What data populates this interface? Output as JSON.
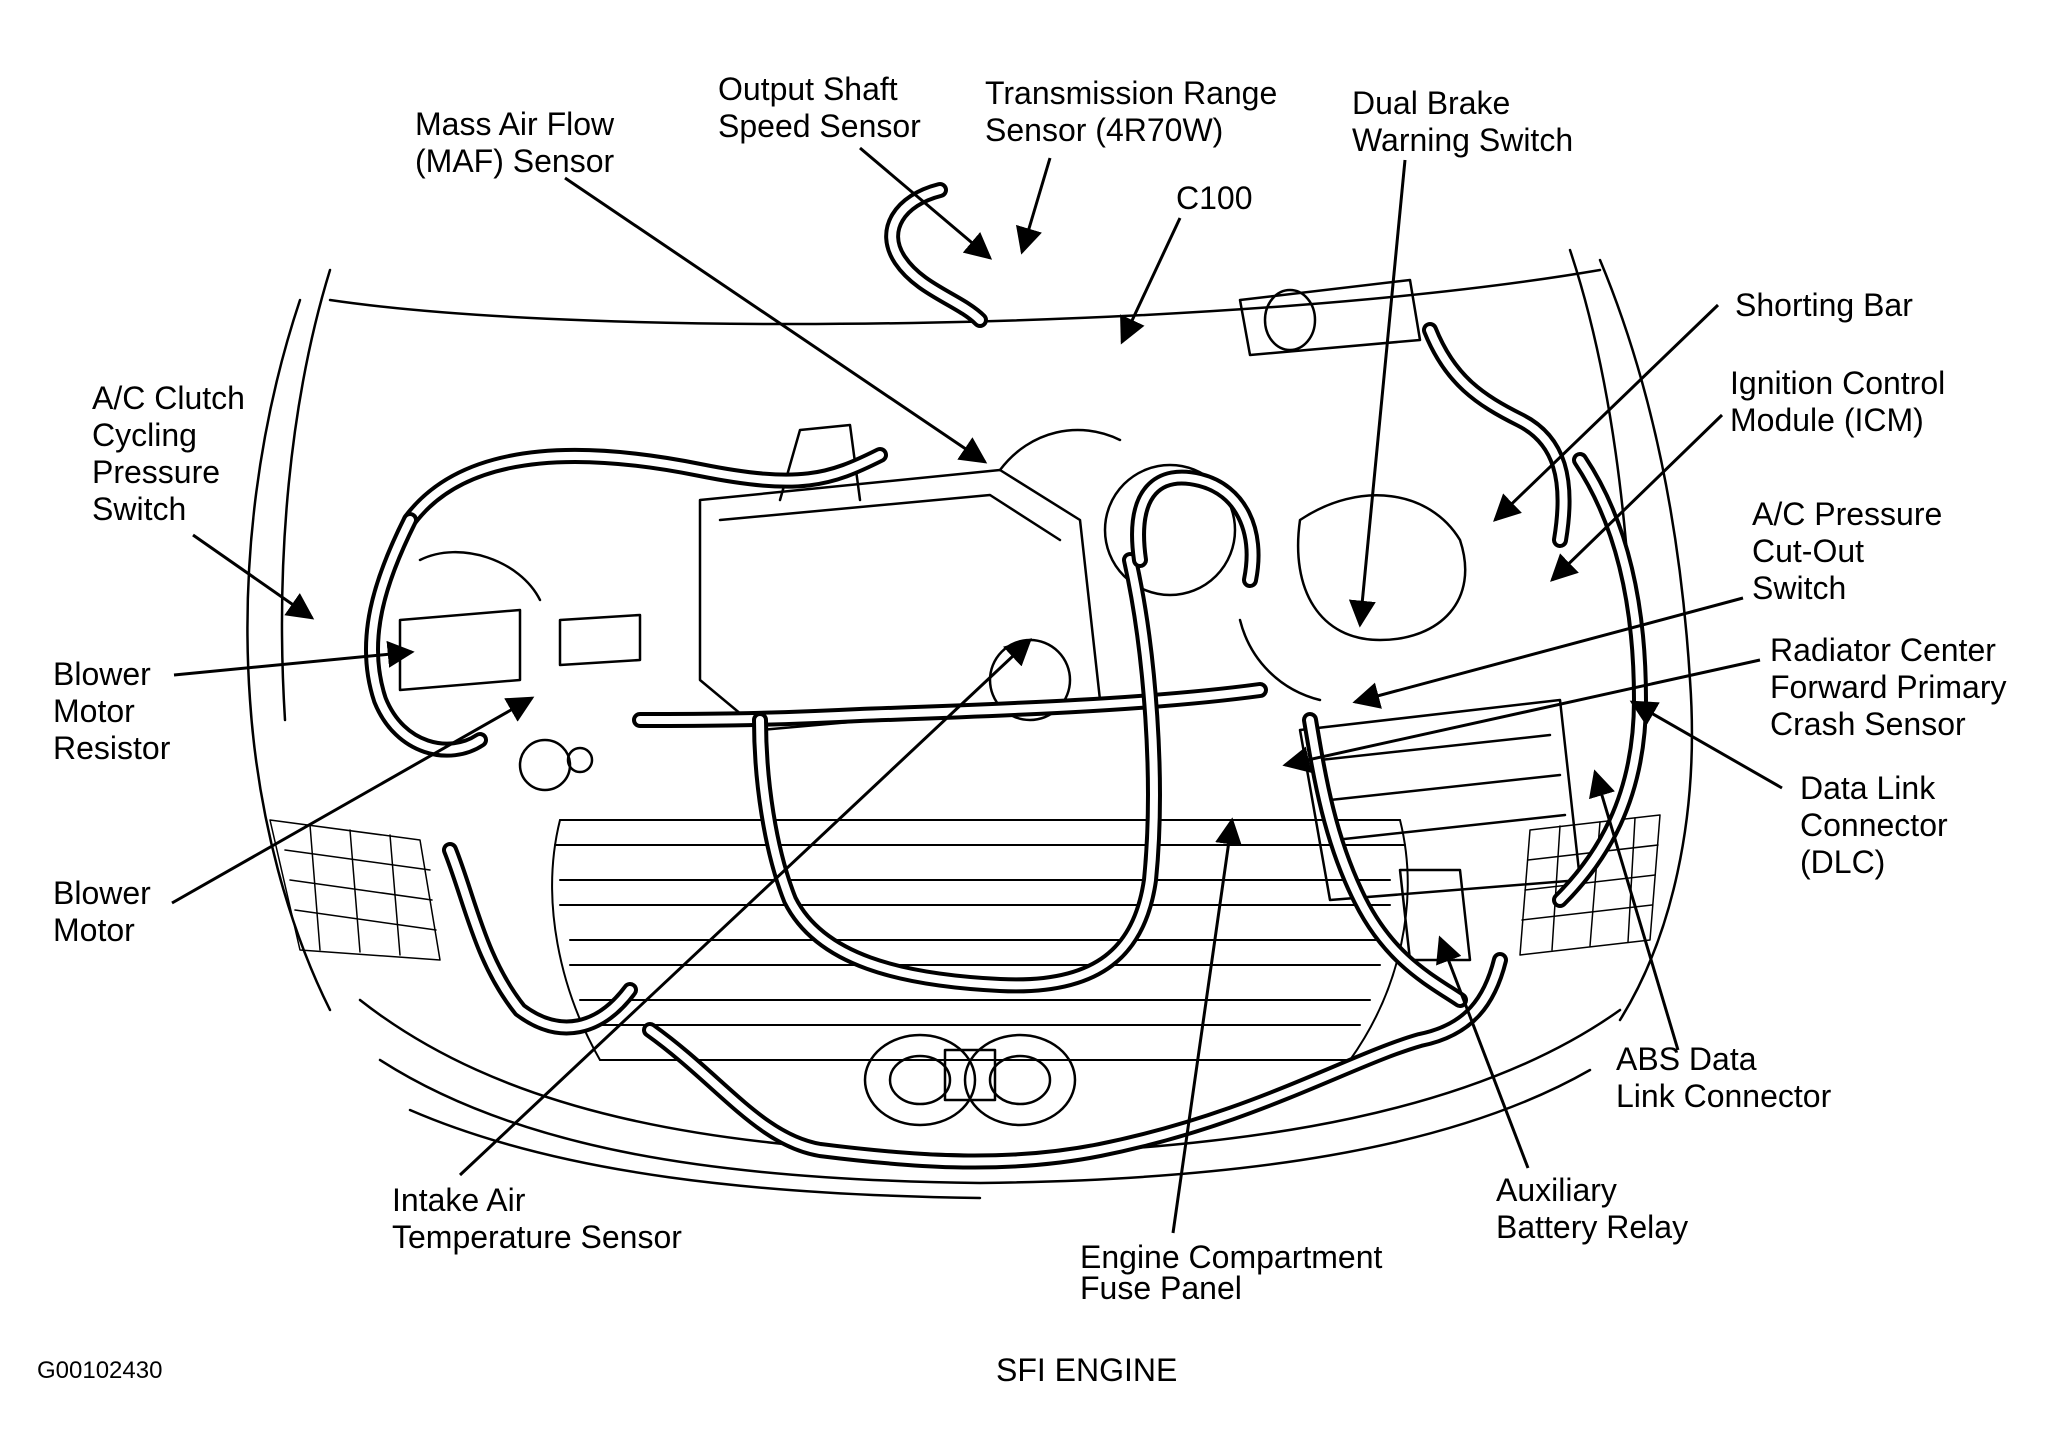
{
  "diagram": {
    "caption": "SFI ENGINE",
    "figure_code": "G00102430",
    "labels": {
      "maf": [
        "Mass Air Flow",
        "(MAF) Sensor"
      ],
      "output_shaft": [
        "Output Shaft",
        "Speed Sensor"
      ],
      "trans_range": [
        "Transmission Range",
        "Sensor (4R70W)"
      ],
      "dual_brake": [
        "Dual Brake",
        "Warning Switch"
      ],
      "c100": [
        "C100"
      ],
      "shorting_bar": [
        "Shorting Bar"
      ],
      "icm": [
        "Ignition Control",
        "Module (ICM)"
      ],
      "ac_cutout": [
        "A/C Pressure",
        "Cut-Out",
        "Switch"
      ],
      "crash_sensor": [
        "Radiator Center",
        "Forward Primary",
        "Crash Sensor"
      ],
      "dlc": [
        "Data Link",
        "Connector",
        "(DLC)"
      ],
      "abs_dlc": [
        "ABS Data",
        "Link Connector"
      ],
      "aux_relay": [
        "Auxiliary",
        "Battery Relay"
      ],
      "fuse_panel": [
        "Engine Compartment",
        "Fuse Panel"
      ],
      "iat": [
        "Intake Air",
        "Temperature Sensor"
      ],
      "blower_motor": [
        "Blower",
        "Motor"
      ],
      "blower_resistor": [
        "Blower",
        "Motor",
        "Resistor"
      ],
      "ac_clutch": [
        "A/C Clutch",
        "Cycling",
        "Pressure",
        "Switch"
      ]
    }
  }
}
